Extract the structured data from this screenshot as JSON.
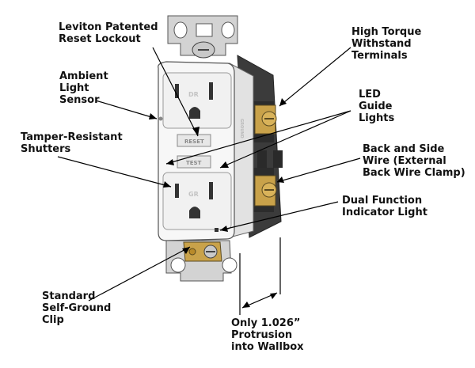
{
  "colors": {
    "outlet_body": "#f7f7f7",
    "outlet_side": "#e2e2e2",
    "housing_dark": "#3b3b3b",
    "strap_metal": "#d3d3d3",
    "brass": "#c9a24a",
    "copper": "#b87333",
    "callout_line": "#000000"
  },
  "face_markings": {
    "top_emboss": "DR",
    "bottom_emboss": "GR",
    "reset_button": "RESET",
    "test_button": "TEST",
    "side_text": "GROUND"
  },
  "labels": {
    "leviton": "Leviton Patented\nReset Lockout",
    "high_torque": "High Torque\nWithstand\nTerminals",
    "ambient_light": "Ambient\nLight\nSensor",
    "led_guide": "LED\nGuide\nLights",
    "tamper": "Tamper-Resistant\nShutters",
    "back_side_wire": "Back and Side\nWire (External\nBack Wire Clamp)",
    "dual_function": "Dual Function\nIndicator Light",
    "self_ground": "Standard\nSelf-Ground\nClip",
    "protrusion": "Only 1.026”\nProtrusion\ninto Wallbox"
  }
}
